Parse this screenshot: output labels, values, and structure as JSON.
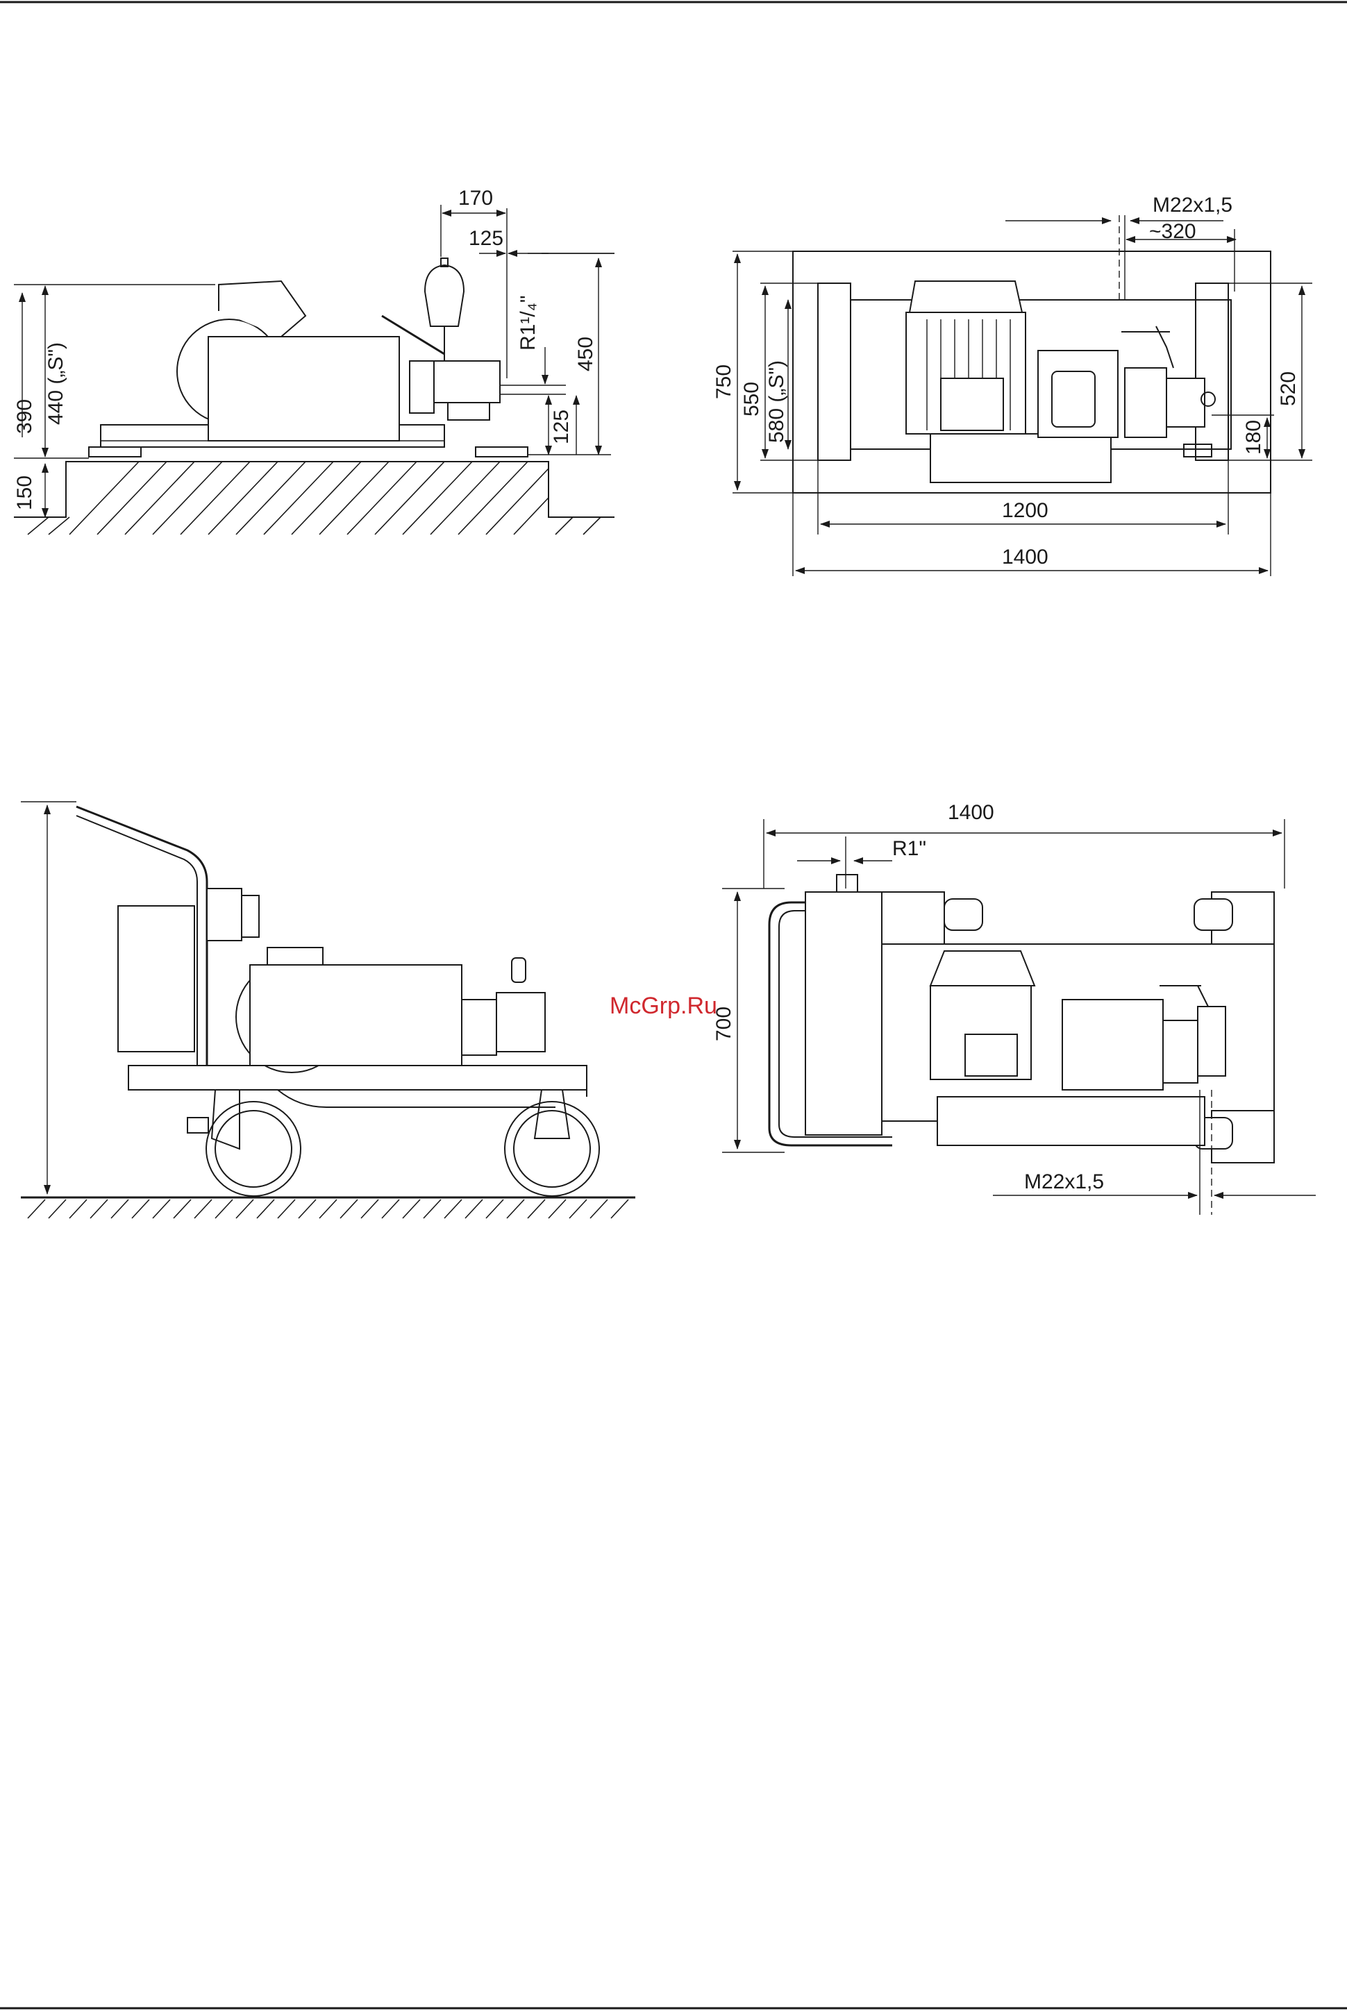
{
  "figure_1": {
    "dim_170": "170",
    "dim_125_top": "125",
    "dim_r114": "R1¹/₄\"",
    "dim_450": "450",
    "dim_390": "390",
    "dim_440": "440 („S\")",
    "dim_125_side": "125",
    "dim_150": "150"
  },
  "figure_2": {
    "dim_m22": "M22x1,5",
    "dim_320": "~320",
    "dim_750": "750",
    "dim_550": "550",
    "dim_580": "580 („S\")",
    "dim_520": "520",
    "dim_180": "180",
    "dim_1200": "1200",
    "dim_1400": "1400"
  },
  "figure_4": {
    "dim_1400": "1400",
    "dim_r1": "R1\"",
    "dim_700": "700",
    "dim_m22": "M22x1,5"
  },
  "watermark": "McGrp.Ru",
  "colors": {
    "line": "#1a1a1a",
    "watermark": "#d0282e",
    "background": "#ffffff"
  }
}
